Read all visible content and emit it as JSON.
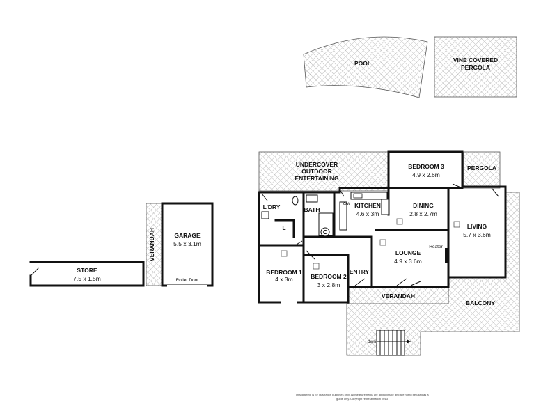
{
  "rooms": {
    "pool": {
      "label": "POOL"
    },
    "pergola_vine": {
      "line1": "VINE COVERED",
      "line2": "PERGOLA"
    },
    "undercover": {
      "line1": "UNDERCOVER",
      "line2": "OUTDOOR",
      "line3": "ENTERTAINING"
    },
    "bedroom3": {
      "label": "BEDROOM 3",
      "dims": "4.9 x 2.6m"
    },
    "pergola": {
      "label": "PERGOLA"
    },
    "laundry": {
      "label": "L'DRY"
    },
    "bath": {
      "label": "BATH"
    },
    "kitchen": {
      "label": "KITCHEN",
      "dims": "4.6 x 3m"
    },
    "dining": {
      "label": "DINING",
      "dims": "2.8 x 2.7m"
    },
    "living": {
      "label": "LIVING",
      "dims": "5.7 x 3.6m"
    },
    "lounge": {
      "label": "LOUNGE",
      "dims": "4.9 x 3.6m"
    },
    "bedroom1": {
      "label": "BEDROOM 1",
      "dims": "4 x 3m"
    },
    "bedroom2": {
      "label": "BEDROOM 2",
      "dims": "3 x 2.8m"
    },
    "entry": {
      "label": "ENTRY"
    },
    "verandah_front": {
      "label": "VERANDAH"
    },
    "balcony": {
      "label": "BALCONY"
    },
    "garage": {
      "label": "GARAGE",
      "dims": "5.5 x 3.1m",
      "door": "Roller Door"
    },
    "verandah_side": {
      "label": "VERANDAH"
    },
    "store": {
      "label": "STORE",
      "dims": "7.5 x 1.5m"
    }
  },
  "fixtures": {
    "dishwasher": "d/w",
    "heater": "Heater",
    "toilet": "L",
    "cupboard": "C",
    "stairs": "dwn"
  },
  "disclaimer": {
    "line1": "This drawing is for illustration purposes only. All measurements are approximate and are not to be used as a",
    "line2": "guide only. Copyright representation 2013"
  }
}
